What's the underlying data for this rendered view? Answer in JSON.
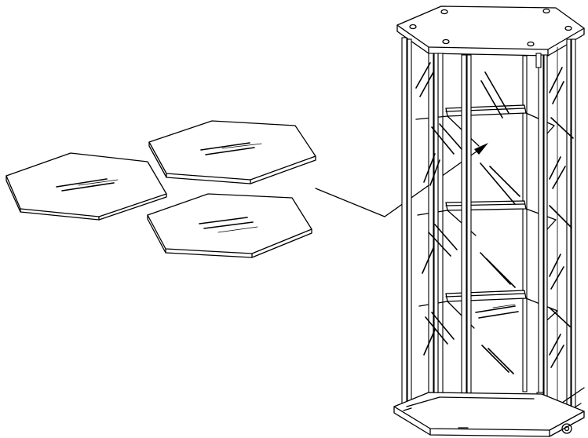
{
  "diagram": {
    "kind": "exploded-assembly-illustration",
    "components": [
      {
        "name": "glass-shelf",
        "shape": "hexagon",
        "count": 3
      },
      {
        "name": "display-cabinet",
        "shape": "hexagonal-column",
        "shelves_visible": 3
      }
    ],
    "connector": "leader-line-with-arrow"
  },
  "colors": {
    "line": "#000000",
    "background": "#ffffff"
  }
}
